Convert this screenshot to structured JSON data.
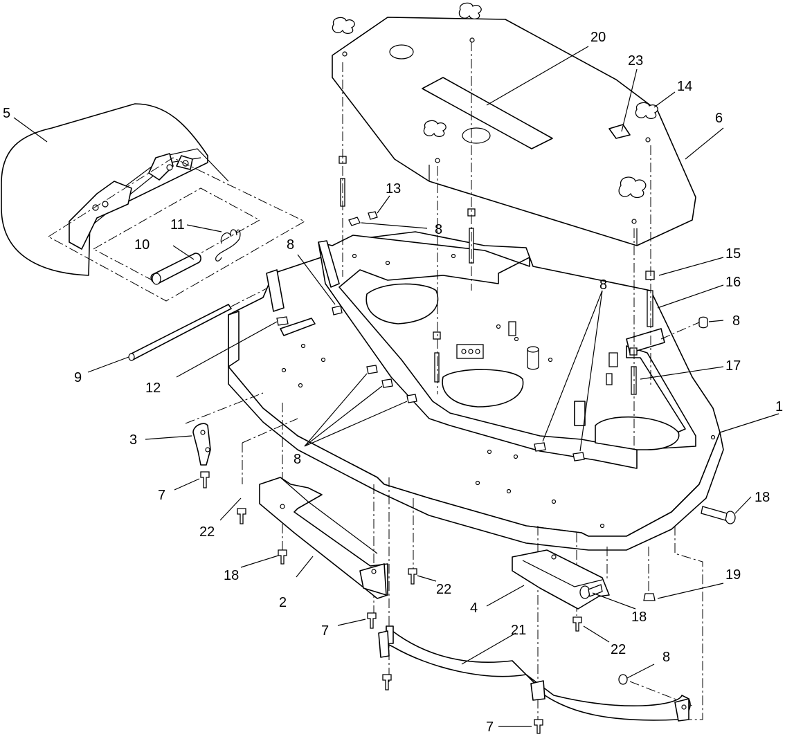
{
  "diagram": {
    "callouts": [
      {
        "id": "c1",
        "text": "1"
      },
      {
        "id": "c2",
        "text": "2"
      },
      {
        "id": "c3",
        "text": "3"
      },
      {
        "id": "c4",
        "text": "4"
      },
      {
        "id": "c5",
        "text": "5"
      },
      {
        "id": "c6",
        "text": "6"
      },
      {
        "id": "c7a",
        "text": "7"
      },
      {
        "id": "c7b",
        "text": "7"
      },
      {
        "id": "c7c",
        "text": "7"
      },
      {
        "id": "c8a",
        "text": "8"
      },
      {
        "id": "c8b",
        "text": "8"
      },
      {
        "id": "c8c",
        "text": "8"
      },
      {
        "id": "c8d",
        "text": "8"
      },
      {
        "id": "c8e",
        "text": "8"
      },
      {
        "id": "c8f",
        "text": "8"
      },
      {
        "id": "c9",
        "text": "9"
      },
      {
        "id": "c10",
        "text": "10"
      },
      {
        "id": "c11",
        "text": "11"
      },
      {
        "id": "c12",
        "text": "12"
      },
      {
        "id": "c13",
        "text": "13"
      },
      {
        "id": "c14",
        "text": "14"
      },
      {
        "id": "c15",
        "text": "15"
      },
      {
        "id": "c16",
        "text": "16"
      },
      {
        "id": "c17",
        "text": "17"
      },
      {
        "id": "c18a",
        "text": "18"
      },
      {
        "id": "c18b",
        "text": "18"
      },
      {
        "id": "c18c",
        "text": "18"
      },
      {
        "id": "c19",
        "text": "19"
      },
      {
        "id": "c20",
        "text": "20"
      },
      {
        "id": "c21",
        "text": "21"
      },
      {
        "id": "c22a",
        "text": "22"
      },
      {
        "id": "c22b",
        "text": "22"
      },
      {
        "id": "c22c",
        "text": "22"
      },
      {
        "id": "c23",
        "text": "23"
      }
    ]
  }
}
